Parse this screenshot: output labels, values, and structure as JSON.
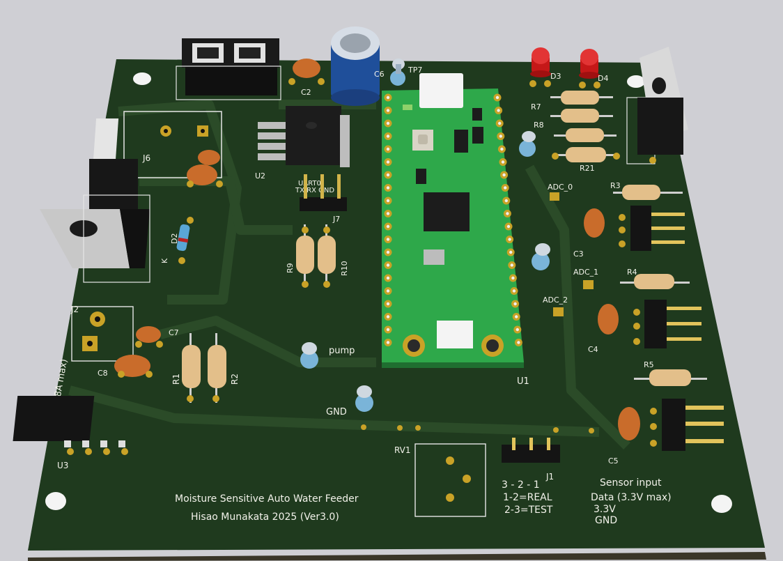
{
  "board": {
    "title_line1": "Moisture Sensitive Auto Water Feeder",
    "title_line2": "Hisao Munakata 2025 (Ver3.0)",
    "power_note": "(12V, 8A max)",
    "jumper_header": "3 - 2 - 1",
    "jumper_real": "1-2=REAL",
    "jumper_test": "2-3=TEST",
    "sensor_title": "Sensor input",
    "sensor_data": "Data (3.3V max)",
    "sensor_33v": "3.3V",
    "sensor_gnd": "GND",
    "uart_label": "UART0",
    "uart_pins": "TX RX GND",
    "colors": {
      "pcb": "#1f3a1e",
      "module": "#2ea84a",
      "gold": "#c9a227",
      "silkscreen": "#f2f2ea"
    }
  },
  "refs": {
    "u1": "U1",
    "u2": "U2",
    "u3": "U3",
    "j1": "J1",
    "j2": "J2",
    "j6": "J6",
    "j7": "J7",
    "rv1": "RV1",
    "c2": "C2",
    "c3": "C3",
    "c4": "C4",
    "c5": "C5",
    "c6": "C6",
    "c7": "C7",
    "c8": "C8",
    "r1": "R1",
    "r2": "R2",
    "r3": "R3",
    "r4": "R4",
    "r5": "R5",
    "r7": "R7",
    "r8": "R8",
    "r9": "R9",
    "r10": "R10",
    "r21": "R21",
    "d2": "D2",
    "d2k": "K",
    "d3": "D3",
    "d4": "D4",
    "tp7": "TP7",
    "adc0": "ADC_0",
    "adc1": "ADC_1",
    "adc2": "ADC_2",
    "pump": "pump",
    "gnd": "GND"
  }
}
